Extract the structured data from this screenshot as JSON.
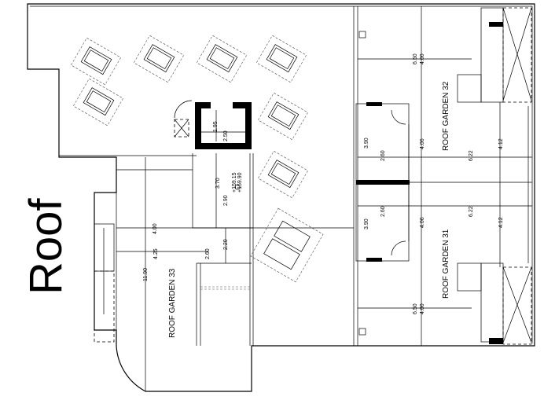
{
  "title": "Roof",
  "rooms": [
    {
      "label": "ROOF GARDEN 32"
    },
    {
      "label": "ROOF GARDEN 31"
    },
    {
      "label": "ROOF GARDEN 33"
    }
  ],
  "levels": {
    "upper": "+159.15",
    "lower": "+159.90"
  },
  "dimensions": {
    "core_w": "1.95",
    "core_h": "2.50",
    "lobby_a": "3.70",
    "lobby_b": "2.90",
    "pass_a": "2.20",
    "pass_b": "2.60",
    "g33_a": "4.00",
    "g33_b": "4.25",
    "g33_total": "11.90",
    "g32_top_a": "6.50",
    "g32_top_b": "4.00",
    "g32_room_a": "3.90",
    "g32_room_b": "2.60",
    "g32_c": "4.06",
    "g32_d": "6.22",
    "g32_e": "4.12",
    "g31_room_a": "3.90",
    "g31_room_b": "2.60",
    "g31_c": "4.06",
    "g31_d": "6.22",
    "g31_e": "4.12",
    "g31_bot_a": "6.50",
    "g31_bot_b": "4.00"
  }
}
